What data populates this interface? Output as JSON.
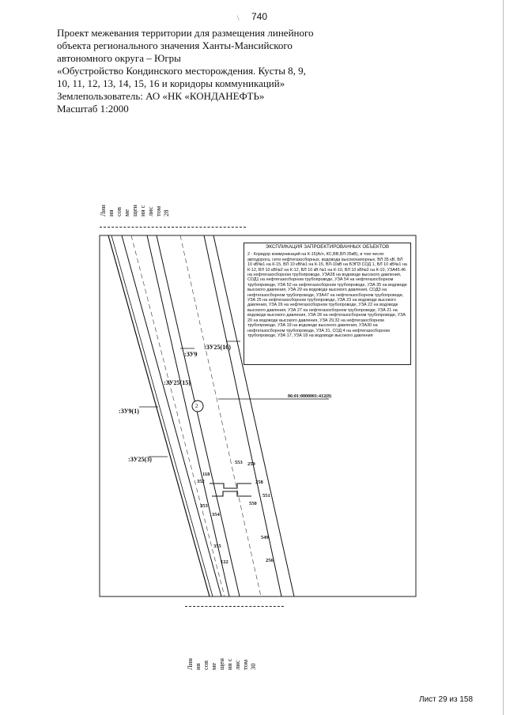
{
  "page_number": "740",
  "header": {
    "lines": [
      "Проект межевания территории для размещения линейного",
      "объекта регионального значения Ханты-Мансийского",
      "автономного округа – Югры",
      "«Обустройство Кондинского месторождения. Кусты 8, 9,",
      "10, 11, 12, 13, 14, 15, 16 и коридоры коммуникаций»",
      "Землепользователь: АО «НК «КОНДАНЕФТЬ»",
      "Масштаб 1:2000"
    ]
  },
  "top_label": [
    "Лин",
    "ия",
    "сов",
    "ме",
    "щен",
    "ия с",
    "лис",
    "том",
    "28"
  ],
  "bottom_label": [
    "Лин",
    "ия",
    "сов",
    "ме",
    "щен",
    "ия с",
    "лис",
    "том",
    "30"
  ],
  "plan": {
    "parcel_labels": {
      "zu9": ":ЗУ9",
      "zu25_16": ":ЗУ25(16)",
      "zu25_15": ":ЗУ25(15)",
      "zu9_1": ":ЗУ9(1)",
      "zu25_3": ":ЗУ25(3)",
      "cadastral": "86:01:0800001:412(8)",
      "circle": "2"
    },
    "points": {
      "p118": "118",
      "p352": "352",
      "p353": "353",
      "p354": "354",
      "p553": "553",
      "p259": "259",
      "p258": "258",
      "p551": "551",
      "p550": "550",
      "p549": "549",
      "p355": "355",
      "p122": "122",
      "p256": "256"
    }
  },
  "legend": {
    "title": "ЭКСПЛИКАЦИЯ ЗАПРОЕКТИРОВАННЫХ ОБЪЕКТОВ",
    "body": "2 - Коридор коммуникаций на К-15(А/л, КС,ВВ,ВЛ-35кВ), в том числе: автодорога, сети нефтегазосборных, водовода высоконапорных, ВЛ 35 кВ, ВЛ 10 кВ№1 на К-15, ВЛ 10 кВ№1 на К-15, ВЛ-10кВ на БЭПЗ СОД 1, ВЛ 10 кВ№1 на К-12, ВЛ 10 кВ№2 на К-12, ВЛ 10 кВ №1 на К-10, ВЛ 10 кВ№2 на К-10, УЗА45.46 на нефтегазосборном трубопроводе, УЗА28 на водоводе высокого давления, СОД1 на нефтегазосборном трубопроводе, УЗА 54 на нефтегазосборном трубопроводе, УЗА 52 на нефтегазосборном трубопроводе, УЗА 35 на водоводе высокого давления, УЗА 29 на водоводе высокого давления, СОД3 на нефтегазосборном трубопроводе, УЗА47 на нефтегазосборном трубопроводе, УЗА 25 на нефтегазосборном трубопроводе, УЗА 23 на водоводе высокого давления, УЗА 26 на нефтегазосборном трубопроводе, УЗА 22 на водоводе высокого давления, УЗА 27 на нефтегазосборном трубопроводе, УЗА 21 на водоводе высокого давления, УЗА 28 на нефтегазосборном трубопроводе, УЗА 20 на водоводе высокого давления, УЗА 29,32 на нефтегазосборном трубопроводе, УЗА 19 на водоводе высокого давления, УЗА30 на нефтегазосборном трубопроводе, УЗА 31, СОД 4 на нефтегазосборном трубопроводе, УЗА 17, УЗА 18 на водоводе высокого давления"
  },
  "footer": "Лист 29 из 158"
}
